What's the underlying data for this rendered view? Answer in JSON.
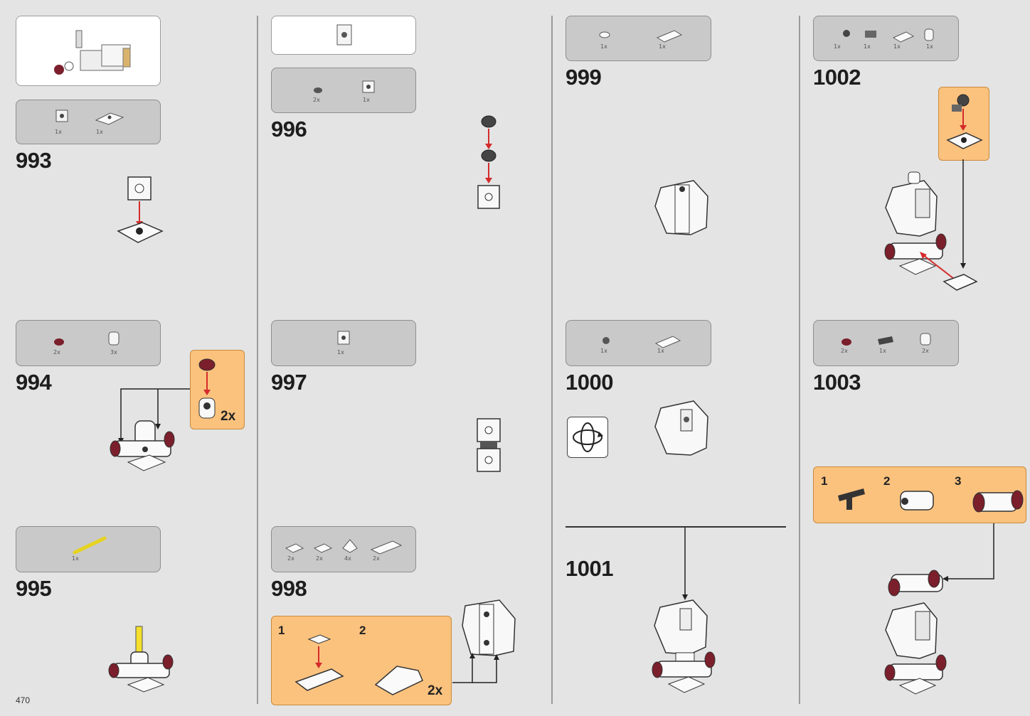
{
  "page_number": "470",
  "steps": [
    {
      "number": "993",
      "parts": [
        {
          "qty": "1x"
        },
        {
          "qty": "1x"
        }
      ]
    },
    {
      "number": "994",
      "parts": [
        {
          "qty": "2x"
        },
        {
          "qty": "3x"
        }
      ],
      "callout_qty": "2x"
    },
    {
      "number": "995",
      "parts": [
        {
          "qty": "1x"
        }
      ]
    },
    {
      "number": "996",
      "parts": [
        {
          "qty": "2x"
        },
        {
          "qty": "1x"
        }
      ]
    },
    {
      "number": "997",
      "parts": [
        {
          "qty": "1x"
        }
      ]
    },
    {
      "number": "998",
      "parts": [
        {
          "qty": "2x"
        },
        {
          "qty": "2x"
        },
        {
          "qty": "4x"
        },
        {
          "qty": "2x"
        }
      ],
      "substeps": [
        "1",
        "2"
      ],
      "callout_qty": "2x"
    },
    {
      "number": "999",
      "parts": [
        {
          "qty": "1x"
        },
        {
          "qty": "1x"
        }
      ]
    },
    {
      "number": "1000",
      "parts": [
        {
          "qty": "1x"
        },
        {
          "qty": "1x"
        }
      ],
      "icon": "rotate-model-icon"
    },
    {
      "number": "1001"
    },
    {
      "number": "1002",
      "parts": [
        {
          "qty": "1x"
        },
        {
          "qty": "1x"
        },
        {
          "qty": "1x"
        },
        {
          "qty": "1x"
        }
      ]
    },
    {
      "number": "1003",
      "parts": [
        {
          "qty": "2x"
        },
        {
          "qty": "1x"
        },
        {
          "qty": "2x"
        }
      ],
      "substeps": [
        "1",
        "2",
        "3"
      ]
    }
  ],
  "colors": {
    "background": "#e4e4e4",
    "parts_box": "#c9c9c9",
    "callout": "#fbc27e",
    "arrow": "#d42b2b",
    "dark_red": "#7a1f2b"
  }
}
